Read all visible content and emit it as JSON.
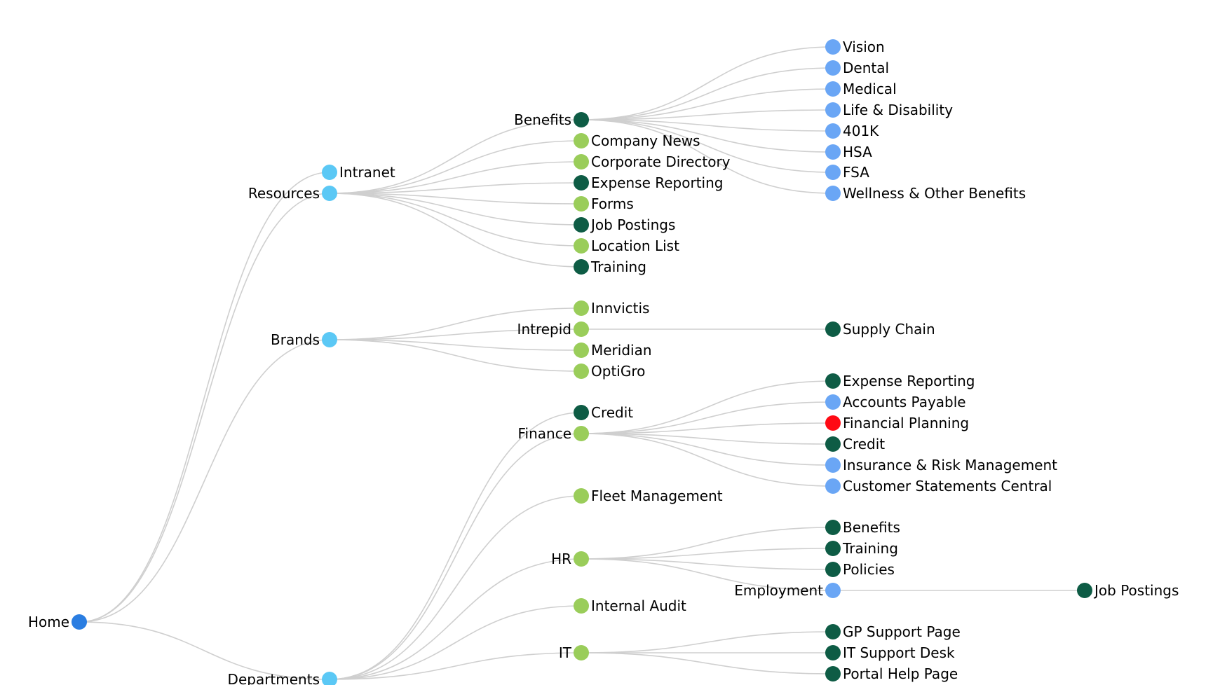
{
  "colors": {
    "root": "#2a7de1",
    "level1": "#5bc8f5",
    "light_green": "#9acd5a",
    "dark_green": "#0e5c45",
    "light_blue": "#6aa6f5",
    "red": "#ff0a14",
    "link": "#cfcfcf"
  },
  "tree": {
    "label": "Home",
    "color": "root",
    "children": [
      {
        "label": "Intranet",
        "color": "level1",
        "children": []
      },
      {
        "label": "Resources",
        "color": "level1",
        "children": [
          {
            "label": "Benefits",
            "color": "dark_green",
            "children": [
              {
                "label": "Vision",
                "color": "light_blue"
              },
              {
                "label": "Dental",
                "color": "light_blue"
              },
              {
                "label": "Medical",
                "color": "light_blue"
              },
              {
                "label": "Life & Disability",
                "color": "light_blue"
              },
              {
                "label": "401K",
                "color": "light_blue"
              },
              {
                "label": "HSA",
                "color": "light_blue"
              },
              {
                "label": "FSA",
                "color": "light_blue"
              },
              {
                "label": "Wellness & Other Benefits",
                "color": "light_blue"
              }
            ]
          },
          {
            "label": "Company News",
            "color": "light_green"
          },
          {
            "label": "Corporate Directory",
            "color": "light_green"
          },
          {
            "label": "Expense Reporting",
            "color": "dark_green"
          },
          {
            "label": "Forms",
            "color": "light_green"
          },
          {
            "label": "Job Postings",
            "color": "dark_green"
          },
          {
            "label": "Location List",
            "color": "light_green"
          },
          {
            "label": "Training",
            "color": "dark_green"
          }
        ]
      },
      {
        "label": "Brands",
        "color": "level1",
        "children": [
          {
            "label": "Innvictis",
            "color": "light_green"
          },
          {
            "label": "Intrepid",
            "color": "light_green",
            "children": [
              {
                "label": "Supply Chain",
                "color": "dark_green"
              }
            ]
          },
          {
            "label": "Meridian",
            "color": "light_green"
          },
          {
            "label": "OptiGro",
            "color": "light_green"
          }
        ]
      },
      {
        "label": "Departments",
        "color": "level1",
        "children": [
          {
            "label": "Credit",
            "color": "dark_green"
          },
          {
            "label": "Finance",
            "color": "light_green",
            "children": [
              {
                "label": "Expense Reporting",
                "color": "dark_green"
              },
              {
                "label": "Accounts Payable",
                "color": "light_blue"
              },
              {
                "label": "Financial Planning",
                "color": "red"
              },
              {
                "label": "Credit",
                "color": "dark_green"
              },
              {
                "label": "Insurance & Risk Management",
                "color": "light_blue"
              },
              {
                "label": "Customer Statements Central",
                "color": "light_blue"
              }
            ]
          },
          {
            "label": "Fleet Management",
            "color": "light_green"
          },
          {
            "label": "HR",
            "color": "light_green",
            "children": [
              {
                "label": "Benefits",
                "color": "dark_green"
              },
              {
                "label": "Training",
                "color": "dark_green"
              },
              {
                "label": "Policies",
                "color": "dark_green"
              },
              {
                "label": "Employment",
                "color": "light_blue",
                "children": [
                  {
                    "label": "Job Postings",
                    "color": "dark_green"
                  }
                ]
              }
            ]
          },
          {
            "label": "Internal Audit",
            "color": "light_green"
          },
          {
            "label": "IT",
            "color": "light_green",
            "children": [
              {
                "label": "GP Support Page",
                "color": "dark_green"
              },
              {
                "label": "IT Support Desk",
                "color": "dark_green"
              },
              {
                "label": "Portal Help Page",
                "color": "dark_green"
              }
            ]
          }
        ]
      }
    ]
  }
}
